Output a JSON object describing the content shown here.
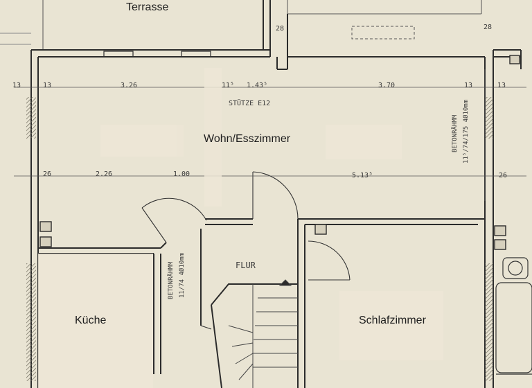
{
  "rooms": {
    "terrace": "Terrasse",
    "living": "Wohn/Esszimmer",
    "kitchen": "Küche",
    "bedroom": "Schlafzimmer",
    "hall": "FLUR"
  },
  "dimensions": {
    "d13_left": "13",
    "d13_left2": "13",
    "d326": "3.26",
    "d115": "11⁵",
    "d1435": "1.43⁵",
    "d370": "3.70",
    "d13_right": "13",
    "d13_right2": "13",
    "d26_left": "26",
    "d226": "2.26",
    "d100": "1.00",
    "d5135": "5.13⁵",
    "d26_right": "26",
    "d28_top": "28",
    "d28_top_right": "28"
  },
  "annotations": {
    "support": "STÜTZE E12",
    "lintel_right": "BETONRÄHMM",
    "lintel_right_size": "11⁵/74/175 4Ø10mm",
    "lintel_left": "BETONRÄHMM",
    "lintel_left_size": "11/74 4Ø10mm"
  },
  "colors": {
    "paper": "#e9e4d3",
    "wall": "#2b2b2b",
    "hatch": "#6e6a5c",
    "overlay": "#ede6d6"
  }
}
